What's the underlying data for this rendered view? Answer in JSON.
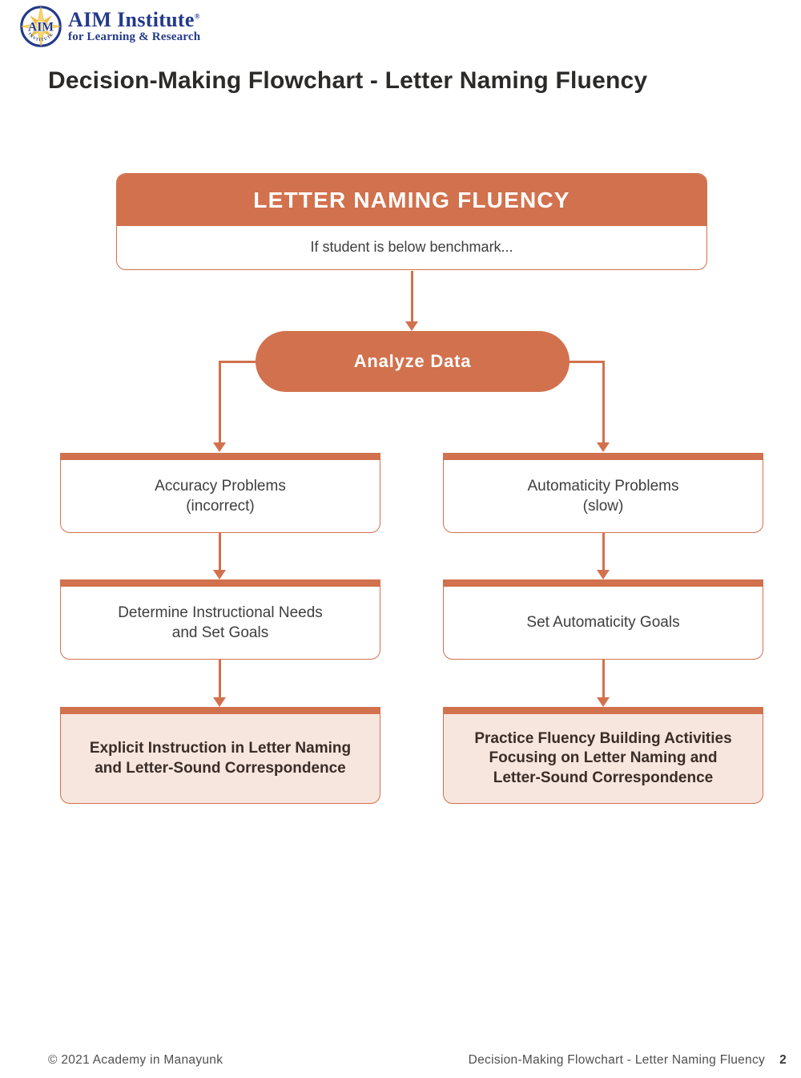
{
  "page": {
    "title": "Decision-Making Flowchart - Letter Naming Fluency",
    "footer": {
      "copyright": "© 2021 Academy in Manayunk",
      "doc_title": "Decision-Making Flowchart - Letter Naming Fluency",
      "page_number": "2"
    }
  },
  "logo": {
    "badge_text": "AIM",
    "badge_ring_text": "INSTITUTE",
    "name": "AIM Institute",
    "registered_mark": "®",
    "tagline": "for Learning & Research"
  },
  "flowchart": {
    "root": {
      "header": "LETTER NAMING FLUENCY",
      "condition": "If student is below benchmark..."
    },
    "analyze_label": "Analyze Data",
    "left_branch": {
      "problem": "Accuracy Problems\n(incorrect)",
      "action": "Determine Instructional Needs\nand Set Goals",
      "recommendation": "Explicit Instruction in Letter Naming\nand Letter-Sound Correspondence"
    },
    "right_branch": {
      "problem": "Automaticity Problems\n(slow)",
      "action": "Set Automaticity Goals",
      "recommendation": "Practice Fluency Building Activities\nFocusing on Letter Naming and\nLetter-Sound Correspondence"
    }
  },
  "colors": {
    "accent_orange": "#d2714d",
    "recommendation_fill": "#f7e6de",
    "logo_navy": "#233a8a",
    "logo_gold": "#eebb3d"
  }
}
